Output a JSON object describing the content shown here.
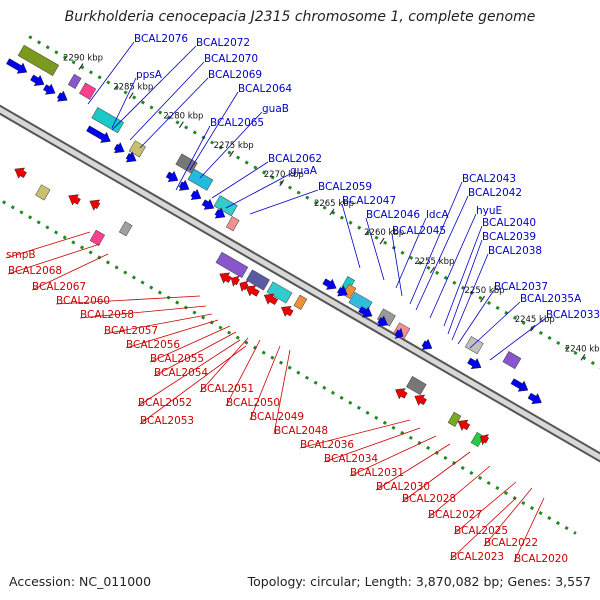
{
  "title": "Burkholderia cenocepacia J2315 chromosome 1, complete genome",
  "accession": "Accession: NC_011000",
  "topology": "Topology: circular; Length: 3,870,082 bp; Genes: 3,557",
  "colors": {
    "forward_label": "#0000cc",
    "reverse_label": "#cc0000",
    "forward_gene": "#0000ee",
    "reverse_gene": "#ee0000",
    "backbone": "#888888",
    "dots": "#228822"
  },
  "ticks": [
    "2290 kbp",
    "2285 kbp",
    "2280 kbp",
    "2275 kbp",
    "2270 kbp",
    "2265 kbp",
    "2260 kbp",
    "2255 kbp",
    "2250 kbp",
    "2245 kbp",
    "2240 kbp"
  ],
  "forward_labels": [
    "BCAL2076",
    "BCAL2072",
    "ppsA",
    "BCAL2070",
    "BCAL2069",
    "BCAL2064",
    "guaB",
    "BCAL2065",
    "BCAL2062",
    "guaA",
    "BCAL2059",
    "BCAL2047",
    "BCAL2046",
    "ldcA",
    "BCAL2045",
    "BCAL2043",
    "BCAL2042",
    "hyuE",
    "BCAL2040",
    "BCAL2039",
    "BCAL2038",
    "BCAL2037",
    "BCAL2035A",
    "BCAL2033"
  ],
  "reverse_labels": [
    "smpB",
    "BCAL2068",
    "BCAL2067",
    "BCAL2060",
    "BCAL2058",
    "BCAL2057",
    "BCAL2056",
    "BCAL2055",
    "BCAL2054",
    "BCAL2051",
    "BCAL2052",
    "BCAL2050",
    "BCAL2053",
    "BCAL2049",
    "BCAL2048",
    "BCAL2036",
    "BCAL2034",
    "BCAL2031",
    "BCAL2030",
    "BCAL2028",
    "BCAL2027",
    "BCAL2025",
    "BCAL2022",
    "BCAL2023",
    "BCAL2020"
  ]
}
